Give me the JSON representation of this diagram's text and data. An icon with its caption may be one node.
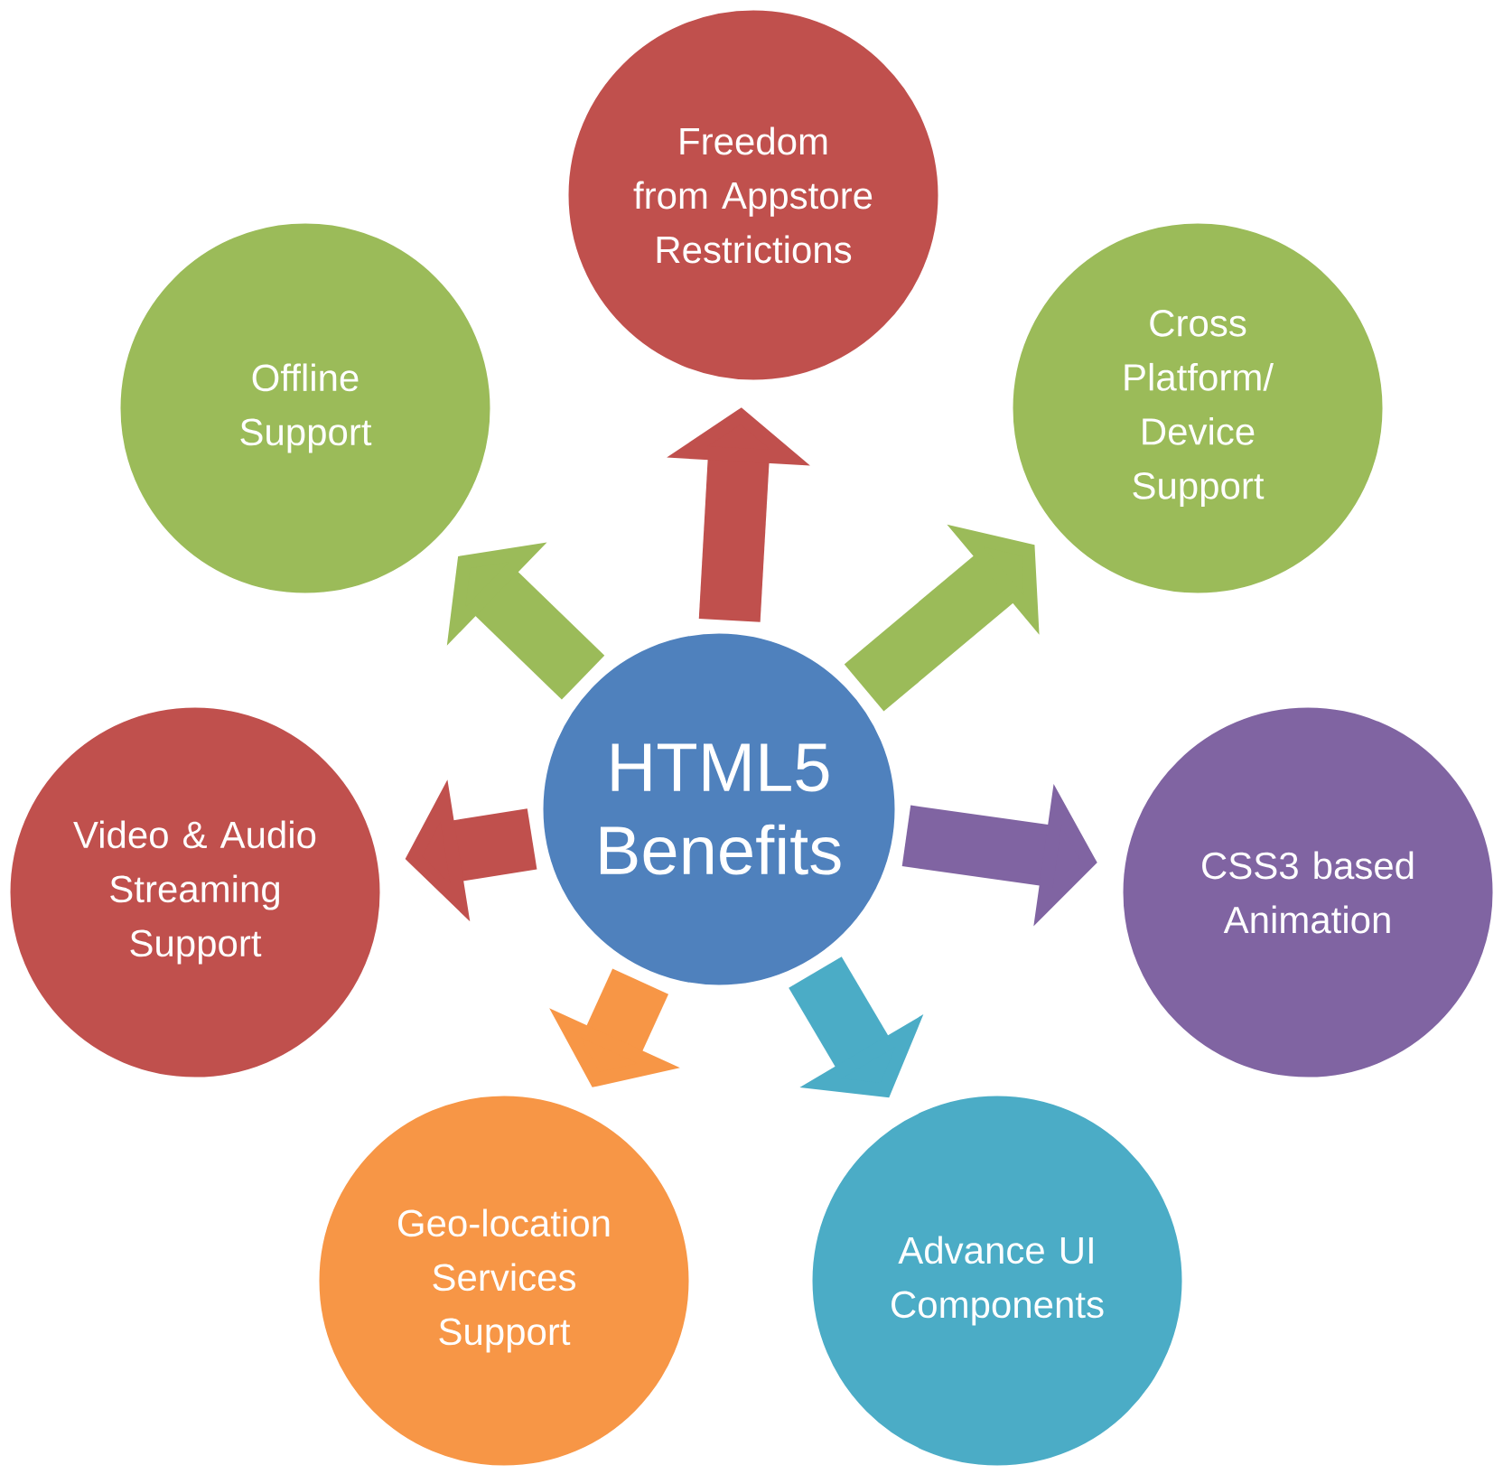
{
  "diagram": {
    "nodes": [
      {
        "text": [
          "HTML5 Benefits"
        ]
      },
      {
        "text": [
          "Freedom from Appstore Restrictions"
        ]
      },
      {
        "text": [
          "Offline Support"
        ]
      },
      {
        "text": [
          "Cross Platform/ Device Support"
        ]
      },
      {
        "text": [
          "Video & Audio Streaming Support"
        ]
      },
      {
        "text": [
          "CSS3 based Animation"
        ]
      },
      {
        "text": [
          "Geo-location Services Support"
        ]
      },
      {
        "text": [
          "Advance UI Components"
        ]
      }
    ],
    "edges": [
      {
        "from": 0,
        "to": 1,
        "arrow": "to",
        "color": "#c0504d"
      },
      {
        "from": 0,
        "to": 2,
        "arrow": "to",
        "color": "#9bbb59"
      },
      {
        "from": 0,
        "to": 3,
        "arrow": "to",
        "color": "#9bbb59"
      },
      {
        "from": 0,
        "to": 4,
        "arrow": "to",
        "color": "#c0504d"
      },
      {
        "from": 0,
        "to": 5,
        "arrow": "to",
        "color": "#8064a2"
      },
      {
        "from": 0,
        "to": 6,
        "arrow": "to",
        "color": "#f79646"
      },
      {
        "from": 0,
        "to": 7,
        "arrow": "to",
        "color": "#4bacc6"
      }
    ]
  }
}
